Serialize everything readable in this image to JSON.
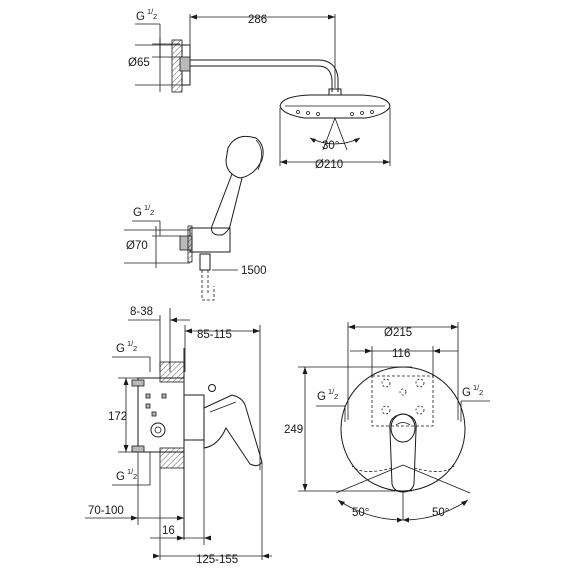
{
  "top_view": {
    "thread_label": "G",
    "thread_fraction": "1/",
    "thread_fraction_den": "2",
    "arm_length": "286",
    "flange_diameter": "Ø65",
    "spray_angle": "30°",
    "head_diameter": "Ø210"
  },
  "hand_shower_view": {
    "thread_label": "G",
    "thread_fraction": "1/",
    "thread_fraction_den": "2",
    "outlet_diameter": "Ø70",
    "hose_length": "1500"
  },
  "side_view": {
    "install_depth": "8-38",
    "projection": "85-115",
    "thread_top_label": "G",
    "thread_top_fraction": "1/",
    "thread_top_den": "2",
    "height": "172",
    "thread_bottom_label": "G",
    "thread_bottom_fraction": "1/",
    "thread_bottom_den": "2",
    "wall_depth": "70-100",
    "offset": "16",
    "total_depth": "125-155"
  },
  "front_view": {
    "plate_diameter": "Ø215",
    "inner_width": "116",
    "thread_label": "G",
    "thread_fraction": "1/",
    "thread_fraction_den": "2",
    "height": "249",
    "angle_left": "50°",
    "angle_right": "50°"
  }
}
